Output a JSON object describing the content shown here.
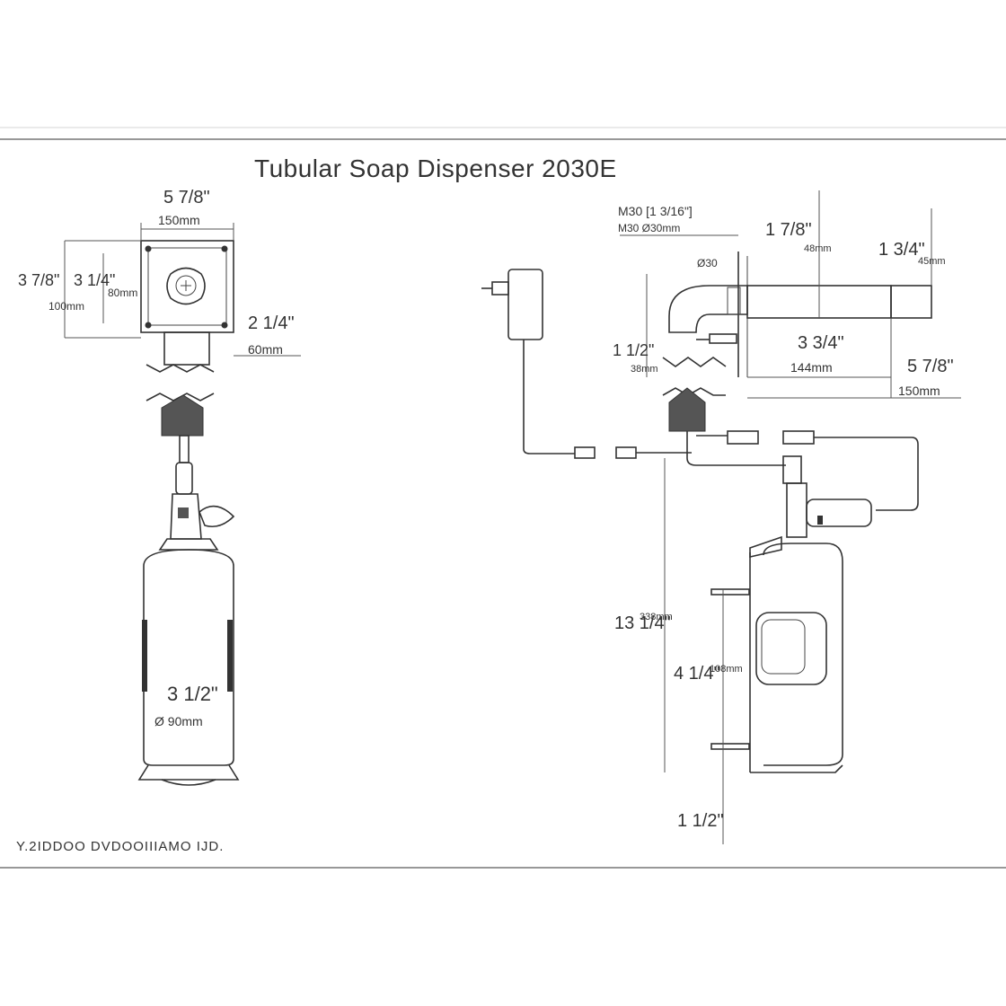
{
  "title": "Tubular Soap Dispenser 2030E",
  "footer": "Y.2IDDOO DVDOOIIIAMO IJD.",
  "left_view": {
    "top_dim_frac": "5 7/8\"",
    "top_dim_mm": "150mm",
    "left_outer_frac": "3 7/8\"",
    "left_outer_mm": "100mm",
    "left_inner_frac": "3 1/4\"",
    "left_inner_mm": "80mm",
    "right_dim_frac": "2 1/4\"",
    "right_dim_mm": "60mm",
    "bottle_dim_frac": "3 1/2\"",
    "bottle_dim_mm": "Ø 90mm"
  },
  "right_view": {
    "nut_dim_frac": "M30 [1 3/16\"]",
    "nut_dim_mm": "M30 Ø30mm",
    "nut_label": "Ø30",
    "spout_height_frac": "1 7/8\"",
    "spout_height_mm": "48mm",
    "top_right_frac": "1 3/4\"",
    "top_right_mm": "45mm",
    "thickness_frac": "1 1/2\"",
    "thickness_mm": "38mm",
    "reach_frac": "3 3/4\"",
    "reach_mm": "144mm",
    "total_frac": "5 7/8\"",
    "total_mm": "150mm",
    "vertical_frac": "13 1/4\"",
    "vertical_mm": "338mm",
    "bracket_frac": "4 1/4\"",
    "bracket_mm": "108mm",
    "bottom_frac": "1 1/2\""
  }
}
